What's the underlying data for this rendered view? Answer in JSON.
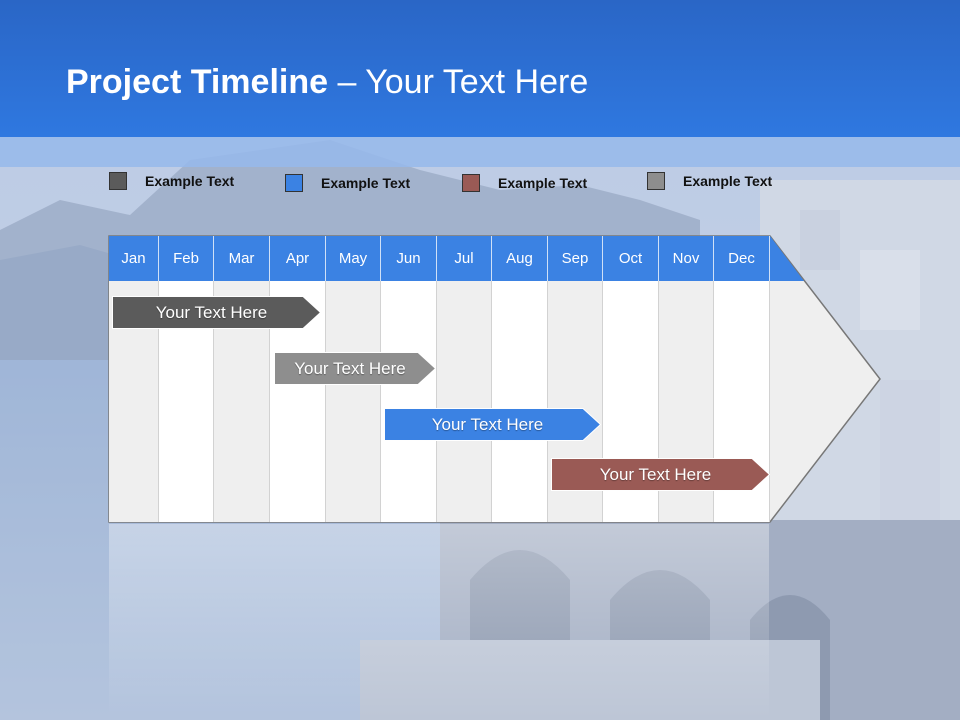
{
  "title": {
    "bold": "Project Timeline",
    "rest": " – Your Text Here"
  },
  "legend": [
    {
      "label": "Example Text",
      "color": "#5b5b5b"
    },
    {
      "label": "Example Text",
      "color": "#3b82e3"
    },
    {
      "label": "Example Text",
      "color": "#9a5a55"
    },
    {
      "label": "Example Text",
      "color": "#8e8e8e"
    }
  ],
  "months": [
    "Jan",
    "Feb",
    "Mar",
    "Apr",
    "May",
    "Jun",
    "Jul",
    "Aug",
    "Sep",
    "Oct",
    "Nov",
    "Dec"
  ],
  "tasks": [
    {
      "label": "Your  Text Here",
      "color": "#5b5b5b"
    },
    {
      "label": "Your  Text Here",
      "color": "#8e8e8e"
    },
    {
      "label": "Your  Text Here",
      "color": "#3b82e3"
    },
    {
      "label": "Your  Text Here",
      "color": "#9a5a55"
    }
  ],
  "colors": {
    "header": "#2f78e0",
    "month_bar": "#3b82e3",
    "column_alt": "#efefef",
    "column": "#ffffff"
  }
}
